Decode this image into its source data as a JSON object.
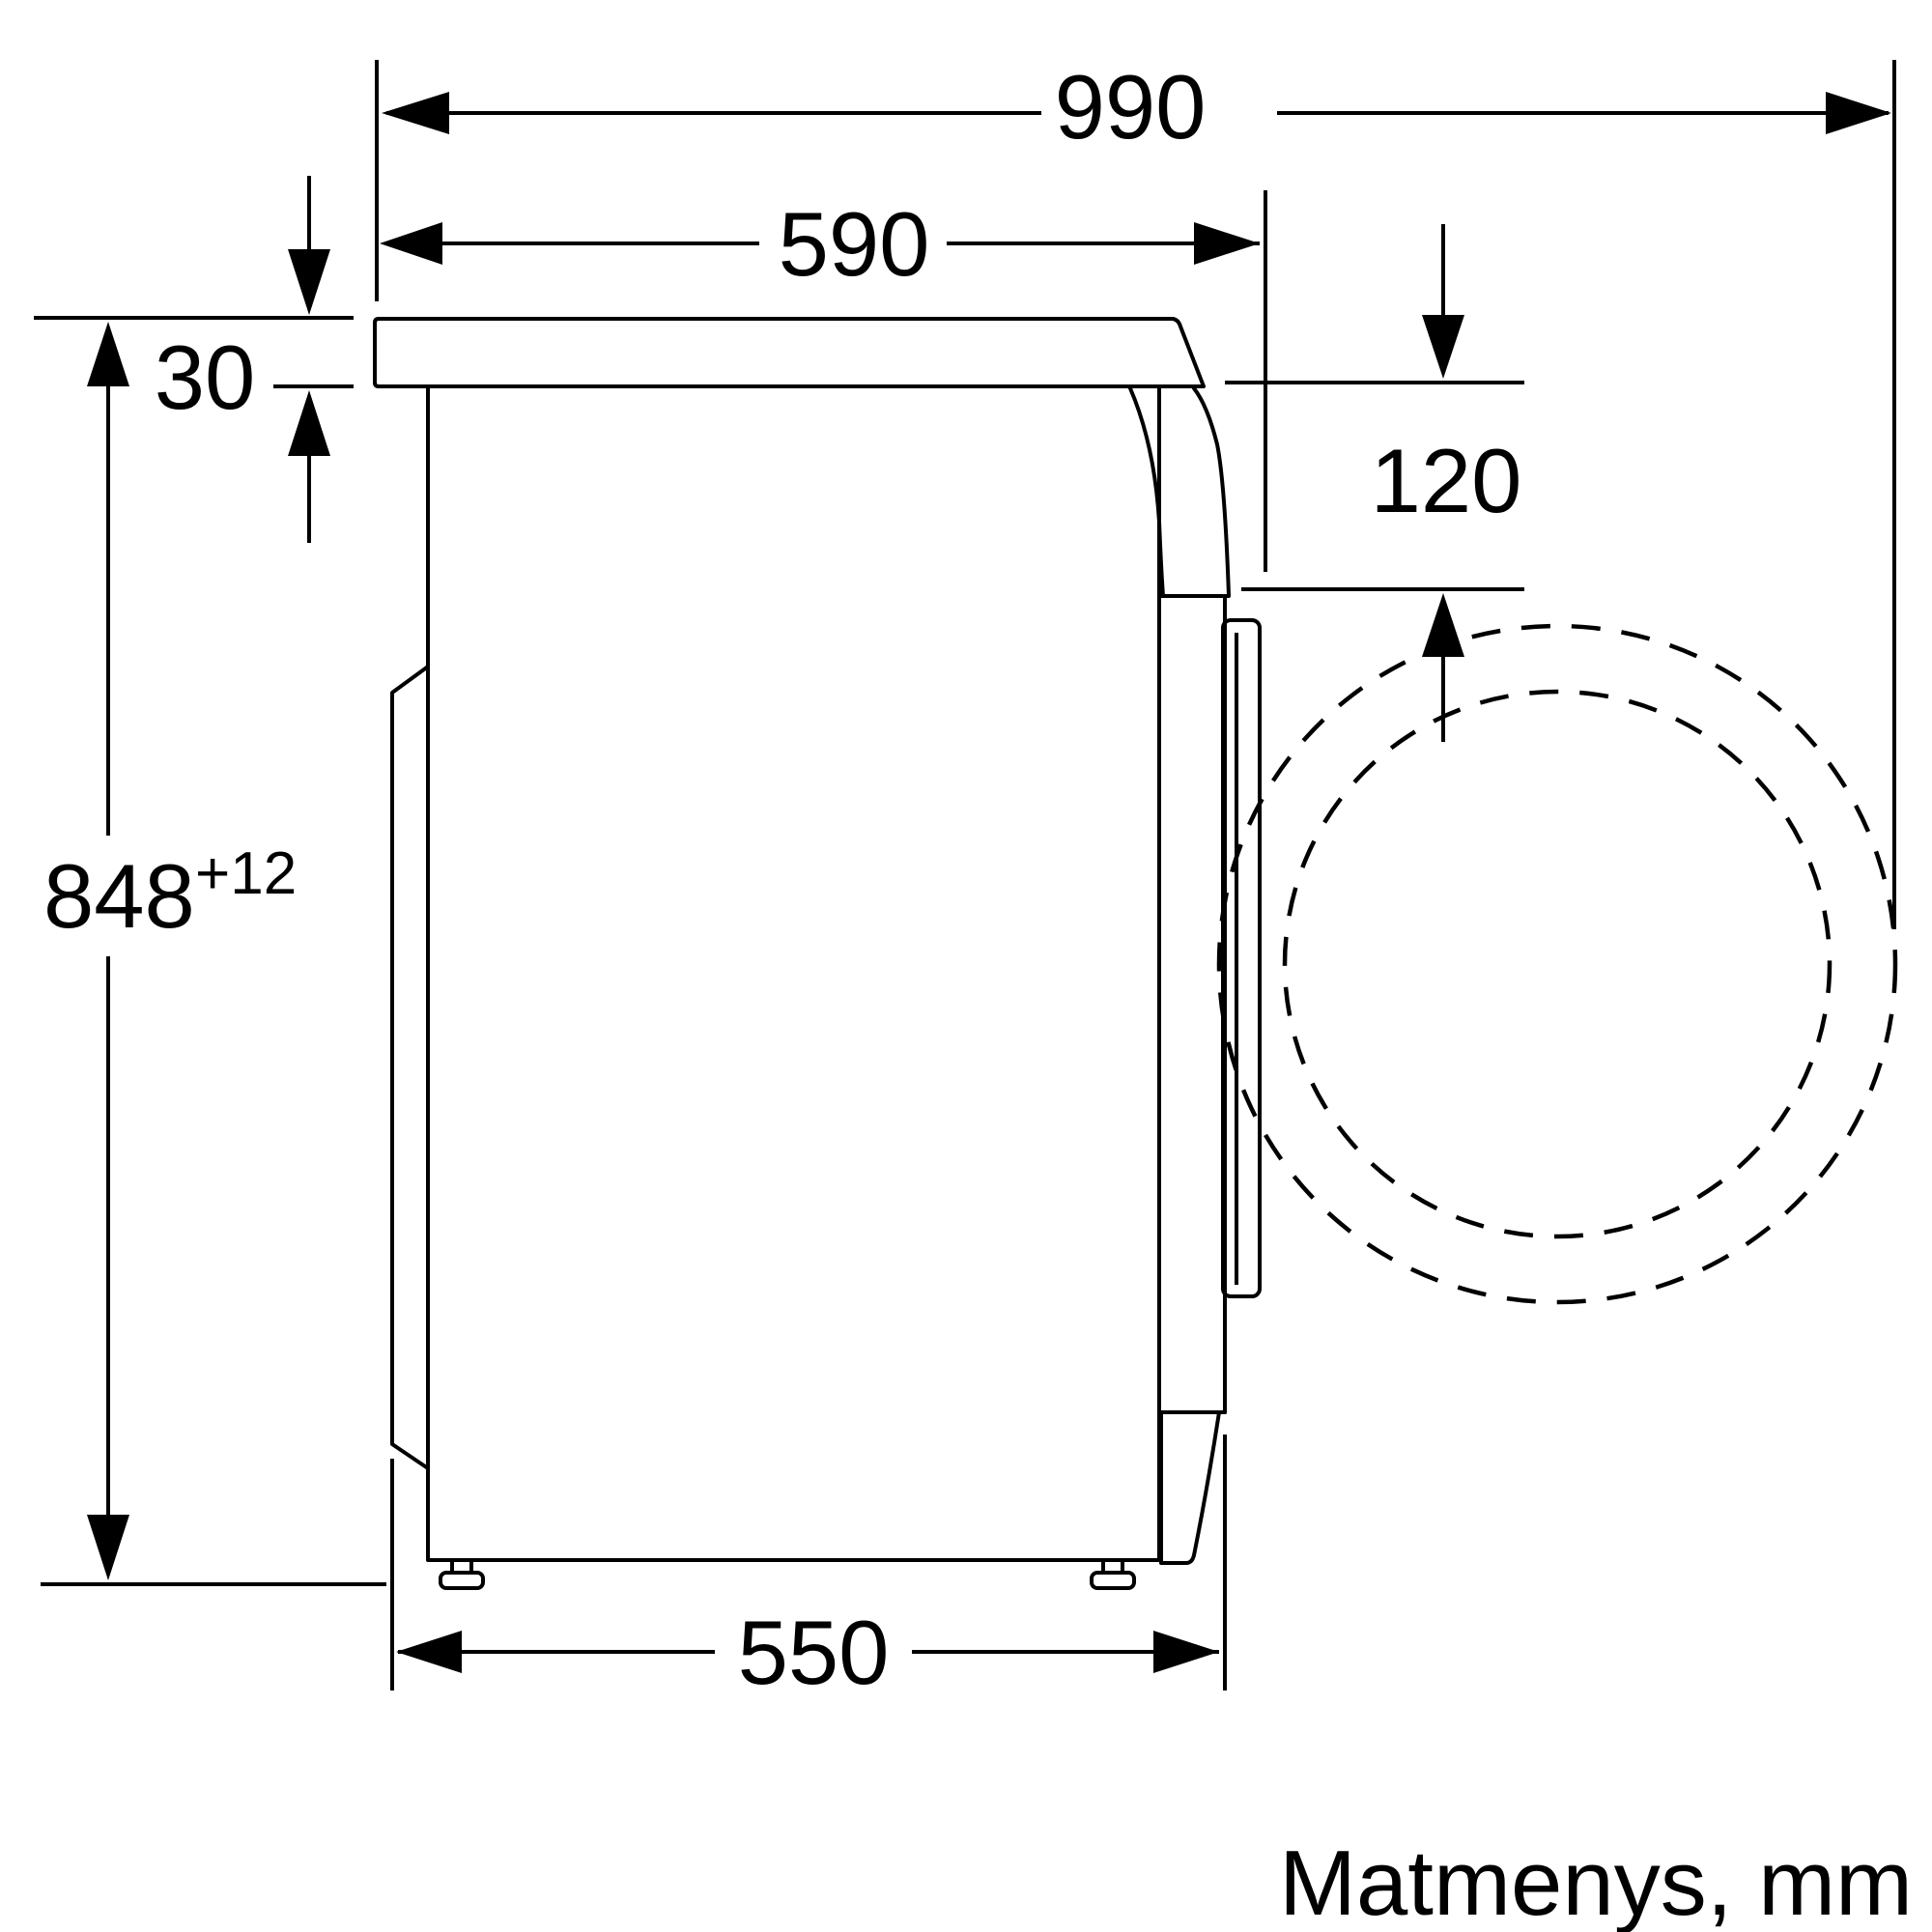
{
  "diagram": {
    "dimensions": {
      "total_depth_door_open": "990",
      "depth_with_door": "590",
      "body_depth": "550",
      "worktop_height": "30",
      "height_main": "848",
      "height_tolerance": "+12",
      "door_offset": "120"
    },
    "caption": "Matmenys, mm",
    "line_color": "#000000",
    "background_color": "#ffffff"
  }
}
